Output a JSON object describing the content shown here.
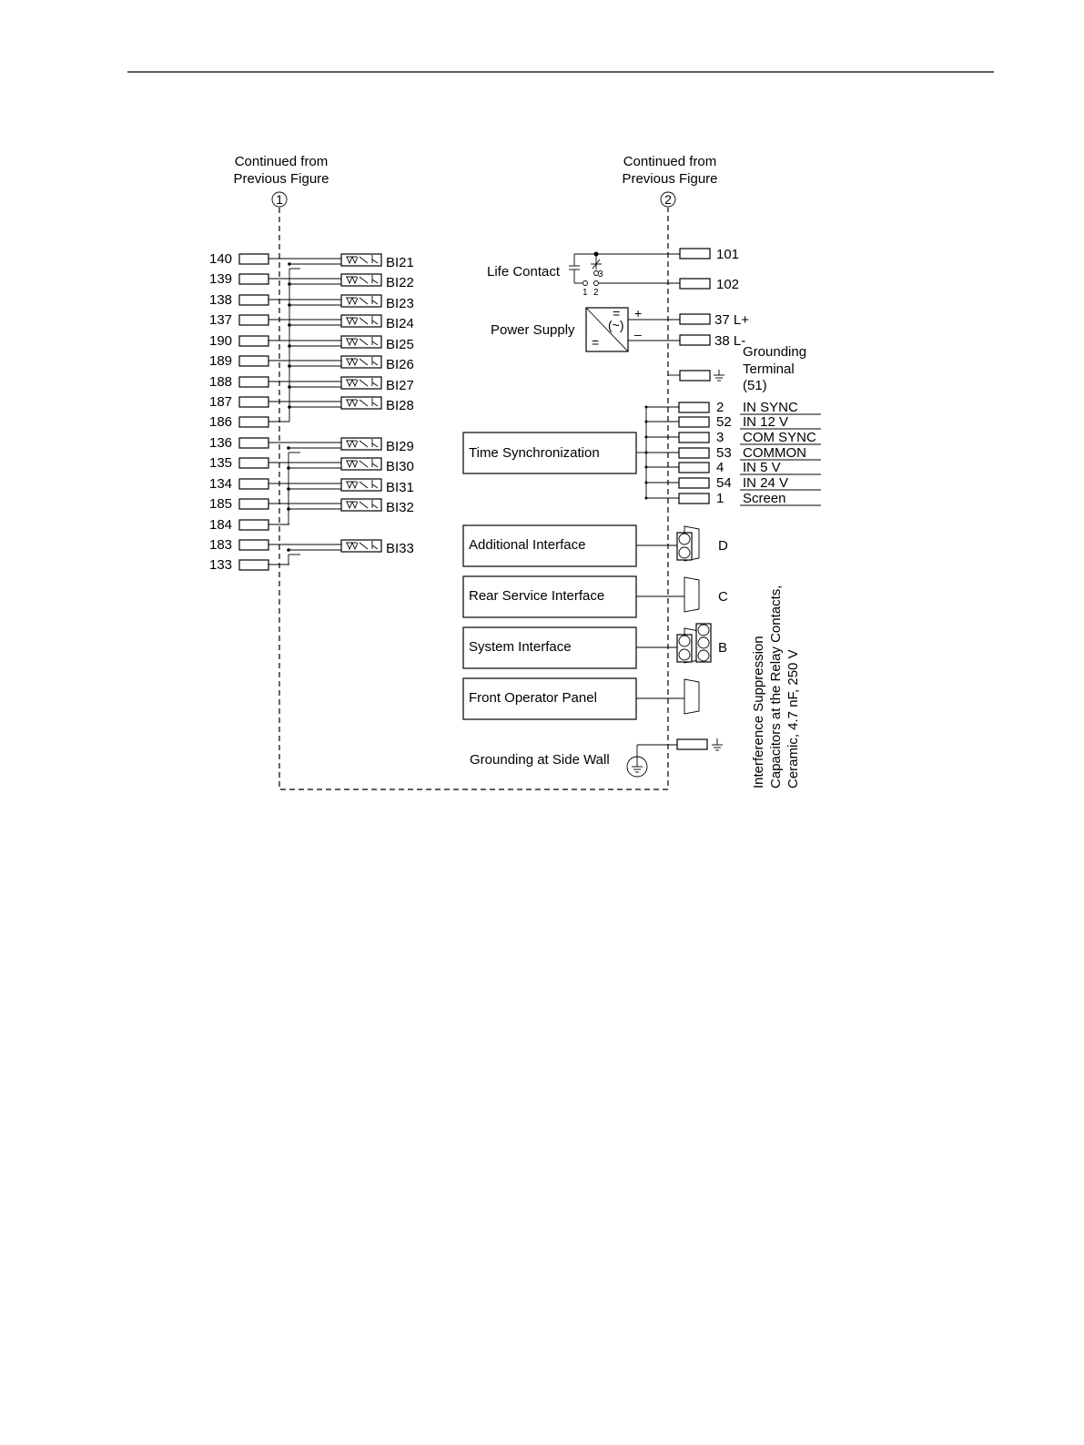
{
  "header_rule": true,
  "continued_left": {
    "line1": "Continued from",
    "line2": "Previous Figure",
    "marker": "1"
  },
  "continued_right": {
    "line1": "Continued from",
    "line2": "Previous Figure",
    "marker": "2"
  },
  "binary_inputs": [
    {
      "terminal": "140",
      "input": "BI21"
    },
    {
      "terminal": "139",
      "input": "BI22"
    },
    {
      "terminal": "138",
      "input": "BI23"
    },
    {
      "terminal": "137",
      "input": "BI24"
    },
    {
      "terminal": "190",
      "input": "BI25"
    },
    {
      "terminal": "189",
      "input": "BI26"
    },
    {
      "terminal": "188",
      "input": "BI27"
    },
    {
      "terminal": "187",
      "input": "BI28"
    },
    {
      "terminal": "186",
      "input": ""
    },
    {
      "terminal": "136",
      "input": "BI29"
    },
    {
      "terminal": "135",
      "input": "BI30"
    },
    {
      "terminal": "134",
      "input": "BI31"
    },
    {
      "terminal": "185",
      "input": "BI32"
    },
    {
      "terminal": "184",
      "input": ""
    },
    {
      "terminal": "183",
      "input": "BI33"
    },
    {
      "terminal": "133",
      "input": ""
    }
  ],
  "life_contact": {
    "label": "Life Contact",
    "terminals": [
      "101",
      "102"
    ],
    "pins": [
      "1",
      "2",
      "3"
    ]
  },
  "power_supply": {
    "label": "Power Supply",
    "plus": "+",
    "minus": "–",
    "terminals": [
      "37 L+",
      "38 L-"
    ],
    "symbols": [
      "=",
      "(~)",
      "="
    ]
  },
  "grounding_terminal": {
    "line1": "Grounding",
    "line2": "Terminal",
    "line3": "(51)"
  },
  "time_sync": {
    "label": "Time Synchronization",
    "rows": [
      {
        "terminal": "2",
        "signal": "IN SYNC"
      },
      {
        "terminal": "52",
        "signal": "IN 12 V"
      },
      {
        "terminal": "3",
        "signal": "COM SYNC"
      },
      {
        "terminal": "53",
        "signal": "COMMON"
      },
      {
        "terminal": "4",
        "signal": "IN 5 V"
      },
      {
        "terminal": "54",
        "signal": "IN 24 V"
      },
      {
        "terminal": "1",
        "signal": "Screen"
      }
    ]
  },
  "interfaces": [
    {
      "label": "Additional Interface",
      "port": "D"
    },
    {
      "label": "Rear Service Interface",
      "port": "C"
    },
    {
      "label": "System Interface",
      "port": "B"
    },
    {
      "label": "Front Operator Panel",
      "port": ""
    }
  ],
  "grounding_side_wall": "Grounding at Side Wall",
  "suppression_note": [
    "Interference Suppression",
    "Capacitors at the Relay Contacts,",
    "Ceramic, 4.7 nF, 250 V"
  ]
}
